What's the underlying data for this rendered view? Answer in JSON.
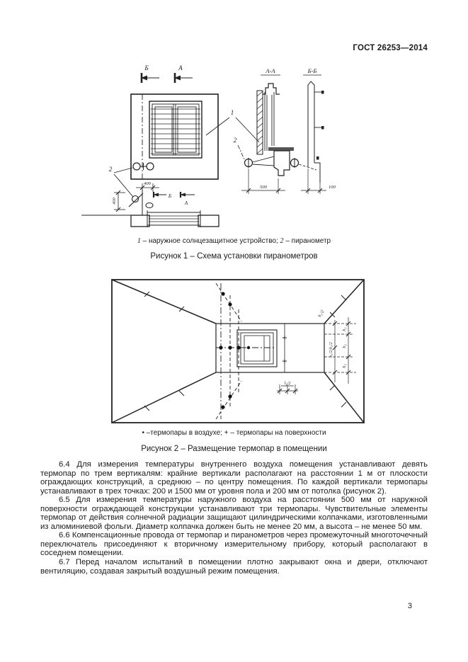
{
  "header": {
    "doc_number": "ГОСТ 26253—2014"
  },
  "figure1": {
    "marks": {
      "b": "Б",
      "a": "А",
      "aa": "А-А",
      "bb": "Б-Б"
    },
    "callouts": {
      "c1": "1",
      "c2": "2"
    },
    "dims": {
      "d400h": "400",
      "d400v": "400",
      "d500": "500",
      "d100": "100"
    },
    "caption": {
      "k1": "1",
      "v1": " – наружное солнцезащитное устройство; ",
      "k2": "2",
      "v2": " – пиранометр"
    },
    "title": "Рисунок 1 – Схема установки пиранометров"
  },
  "figure2": {
    "dims": {
      "h1_2": "h₁/2",
      "h1": "h₁",
      "h2": "h₂",
      "h3": "h₃",
      "h32h22": "h₃/2;h₂/2",
      "l1_2": "l₁/2"
    },
    "caption": "• –термопары в воздухе; + – термопары на поверхности",
    "title": "Рисунок 2 – Размещение термопар в помещении"
  },
  "body": {
    "paragraphs": [
      "6.4 Для измерения температуры внутреннего воздуха помещения устанавливают девять термопар по трем вертикалям: крайние вертикали располагают на расстоянии 1 м от плоскости ограждающих конструкций, а среднюю – по центру помещения. По каждой вертикали термопары устанавливают в трех точках: 200 и 1500 мм от уровня пола и 200 мм от потолка (рисунок 2).",
      "6.5 Для измерения температуры наружного воздуха на расстоянии 500 мм от наружной поверхности ограждающей конструкции устанавливают три термопары. Чувствительные элементы термопар от действия солнечной радиации защищают цилиндрическими колпачками, изготовленными из алюминиевой фольги. Диаметр колпачка должен быть не менее 20 мм, а высота – не менее 50 мм.",
      "6.6 Компенсационные провода от термопар и пиранометров через промежуточный многоточечный переключатель присоединяют к вторичному измерительному прибору, который располагают в соседнем помещении.",
      "6.7 Перед началом испытаний в помещении плотно закрывают окна и двери, отключают вентиляцию, создавая закрытый воздушный режим помещения."
    ]
  },
  "footer": {
    "page_number": "3"
  }
}
